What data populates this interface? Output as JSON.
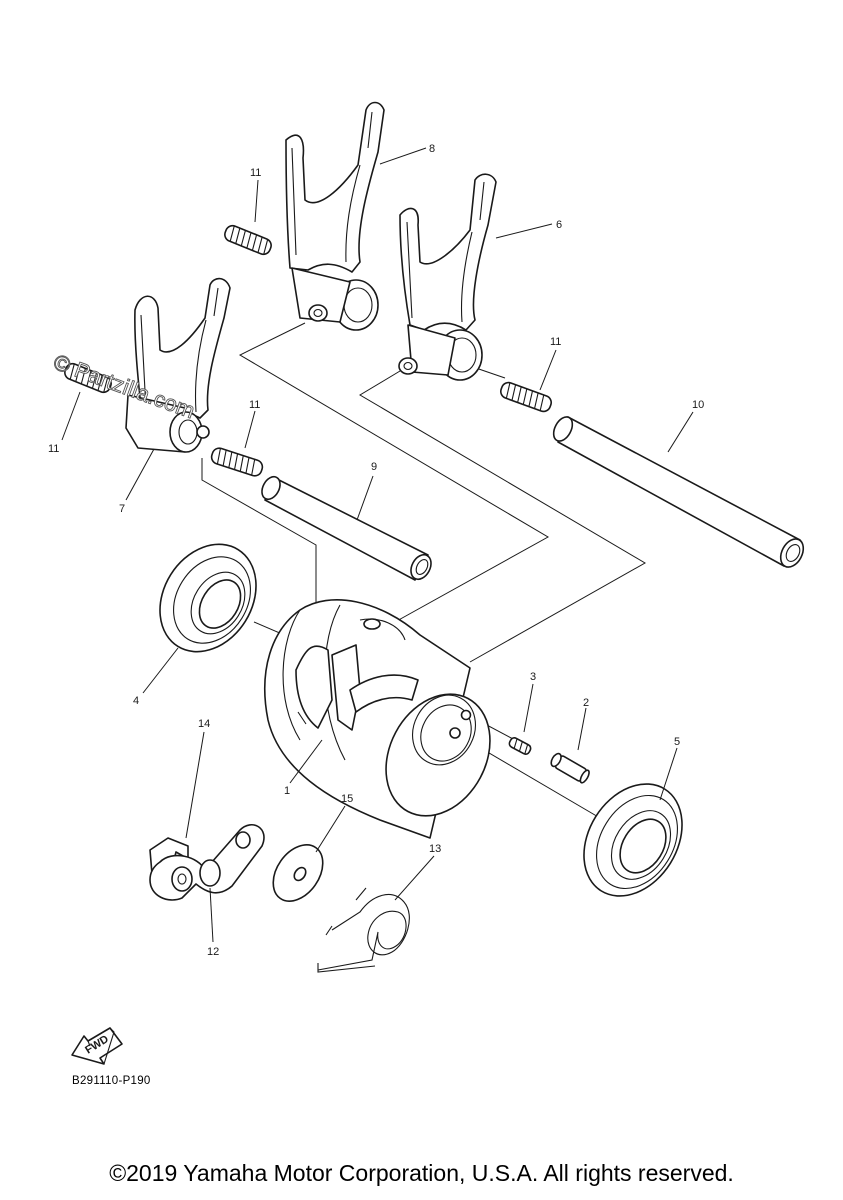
{
  "diagram": {
    "callouts": {
      "c1": "1",
      "c2": "2",
      "c3": "3",
      "c4": "4",
      "c5": "5",
      "c6": "6",
      "c7": "7",
      "c8": "8",
      "c9": "9",
      "c10": "10",
      "c11a": "11",
      "c11b": "11",
      "c11c": "11",
      "c11d": "11",
      "c12": "12",
      "c13": "13",
      "c14": "14",
      "c15": "15"
    },
    "watermark": "© Partzilla.com",
    "fwd_label": "FWD",
    "drawing_code": "B291110-P190"
  },
  "footer": {
    "copyright": "©2019 Yamaha Motor Corporation, U.S.A. All rights reserved."
  }
}
